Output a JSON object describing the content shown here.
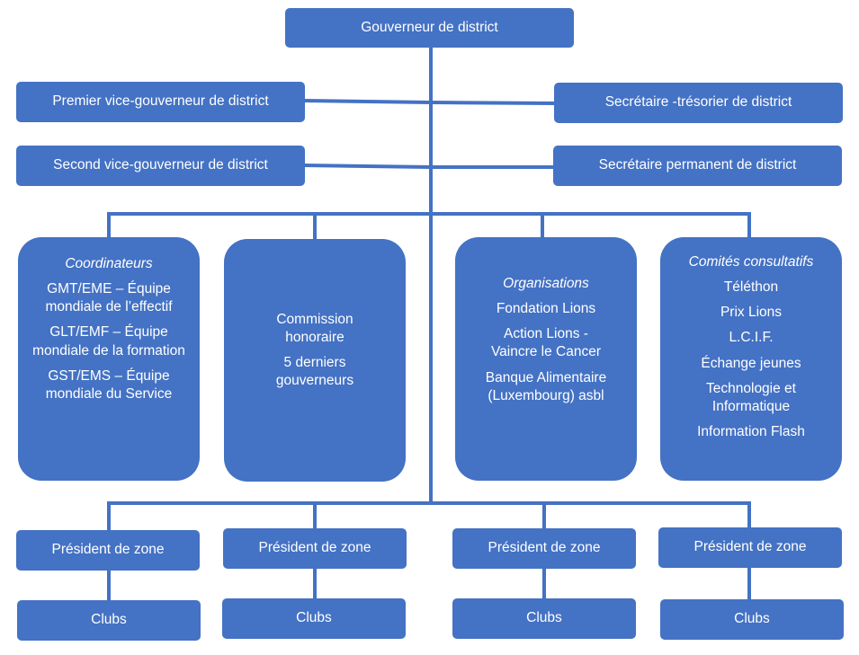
{
  "colors": {
    "box": "#4472C4",
    "text": "#FFFFFF",
    "background": "#FFFFFF"
  },
  "top": {
    "governor": "Gouverneur de district"
  },
  "officers": {
    "first_vice": "Premier vice-gouverneur de district",
    "second_vice": "Second vice-gouverneur de district",
    "secretary_treasurer": "Secrétaire -trésorier de district",
    "permanent_secretary": "Secrétaire permanent de district"
  },
  "groups": {
    "coordinators": {
      "heading": "Coordinateurs",
      "items": [
        "GMT/EME – Équipe mondiale de l’effectif",
        "GLT/EMF – Équipe mondiale de la formation",
        "GST/EMS – Équipe mondiale du Service"
      ]
    },
    "honorary": {
      "items": [
        "Commission honoraire",
        "5 derniers gouverneurs"
      ]
    },
    "organisations": {
      "heading": "Organisations",
      "items": [
        "Fondation Lions",
        "Action Lions - Vaincre le Cancer",
        "Banque Alimentaire (Luxembourg) asbl"
      ]
    },
    "committees": {
      "heading": "Comités consultatifs",
      "items": [
        "Téléthon",
        "Prix Lions",
        "L.C.I.F.",
        "Échange jeunes",
        "Technologie et Informatique",
        "Information Flash"
      ]
    }
  },
  "zones": [
    {
      "president": "Président de zone",
      "clubs": "Clubs"
    },
    {
      "president": "Président de zone",
      "clubs": "Clubs"
    },
    {
      "president": "Président de zone",
      "clubs": "Clubs"
    },
    {
      "president": "Président de zone",
      "clubs": "Clubs"
    }
  ]
}
